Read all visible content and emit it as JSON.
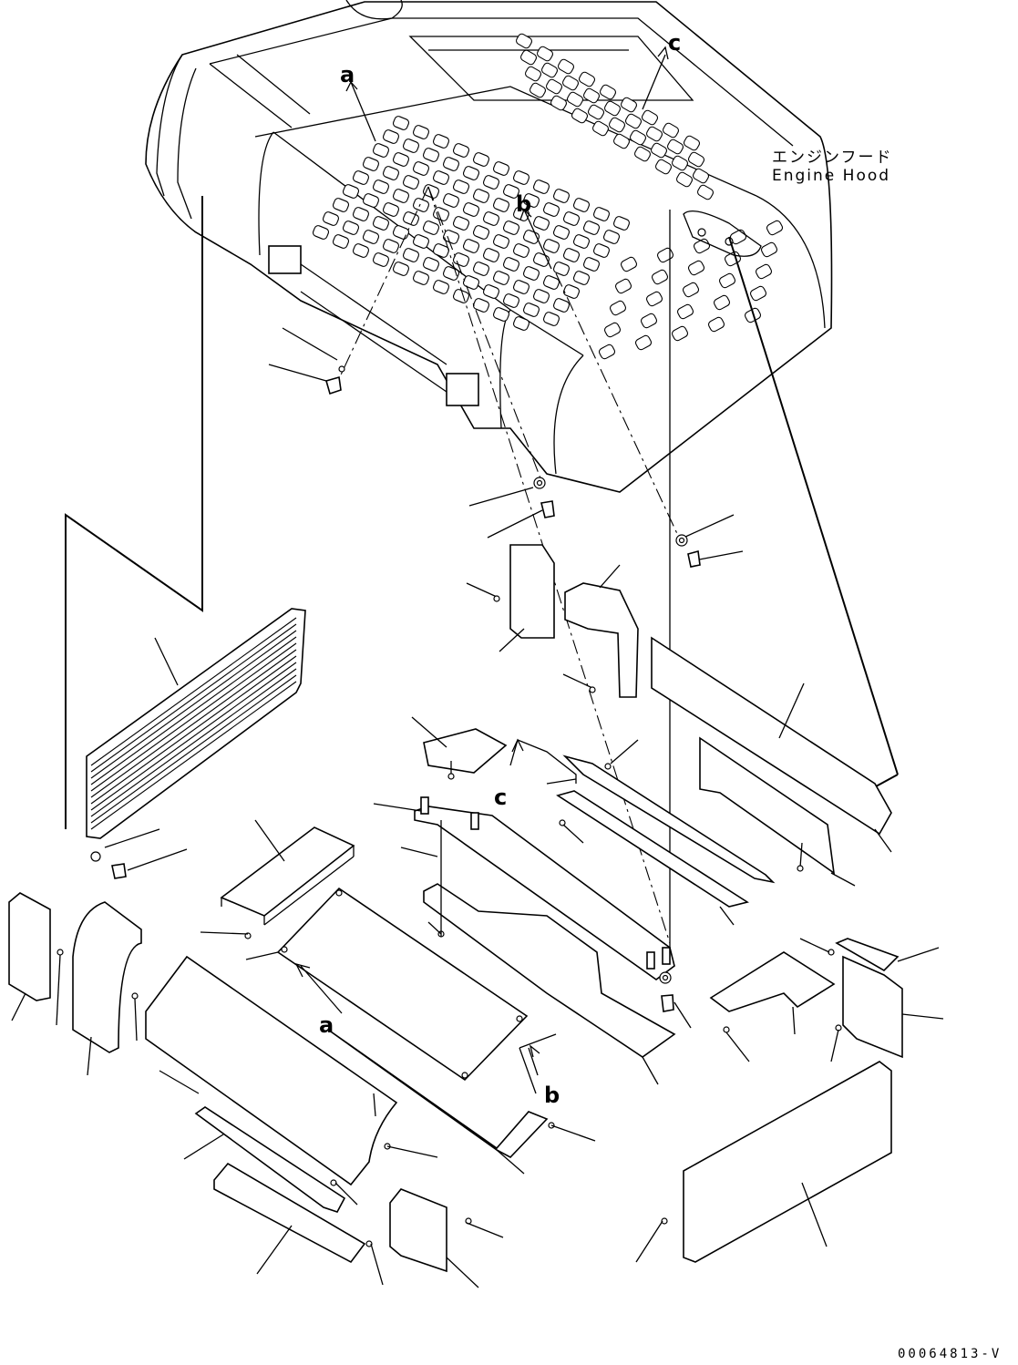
{
  "title": {
    "japanese": "エンジンフード",
    "english": "Engine Hood"
  },
  "callouts": {
    "a_top": "a",
    "b_top": "b",
    "c_top": "c",
    "c_mid": "c",
    "a_bottom": "a",
    "b_bottom": "b"
  },
  "figure_code": "00064813-V",
  "colors": {
    "line": "#000000",
    "background": "#ffffff"
  }
}
